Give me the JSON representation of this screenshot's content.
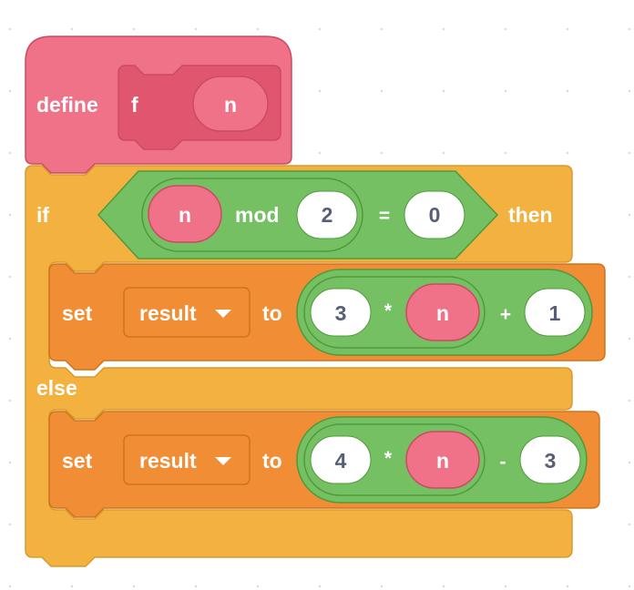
{
  "colors": {
    "custom_block": "#f07289",
    "custom_block_dark": "#e0566f",
    "custom_block_border": "#cc4b63",
    "control": "#f3b13f",
    "control_border": "#d89a2c",
    "data_variable": "#f08d35",
    "data_variable_border": "#d1731c",
    "operators": "#74c062",
    "operators_border": "#4f9a3c",
    "input_text": "#575e75"
  },
  "define_block": {
    "keyword": "define",
    "function_name": "f",
    "parameter": "n"
  },
  "if_block": {
    "keyword_if": "if",
    "keyword_then": "then",
    "keyword_else": "else",
    "condition": {
      "reporter": "n",
      "mod_label": "mod",
      "mod_value": "2",
      "equals_label": "=",
      "compare_value": "0"
    }
  },
  "set_blocks": [
    {
      "keyword": "set",
      "variable": "result",
      "to_label": "to",
      "left_value": "3",
      "multiply_label": "*",
      "reporter": "n",
      "op_label": "+",
      "right_value": "1"
    },
    {
      "keyword": "set",
      "variable": "result",
      "to_label": "to",
      "left_value": "4",
      "multiply_label": "*",
      "reporter": "n",
      "op_label": "-",
      "right_value": "3"
    }
  ],
  "icons": {
    "dropdown": "caret-down-icon"
  }
}
